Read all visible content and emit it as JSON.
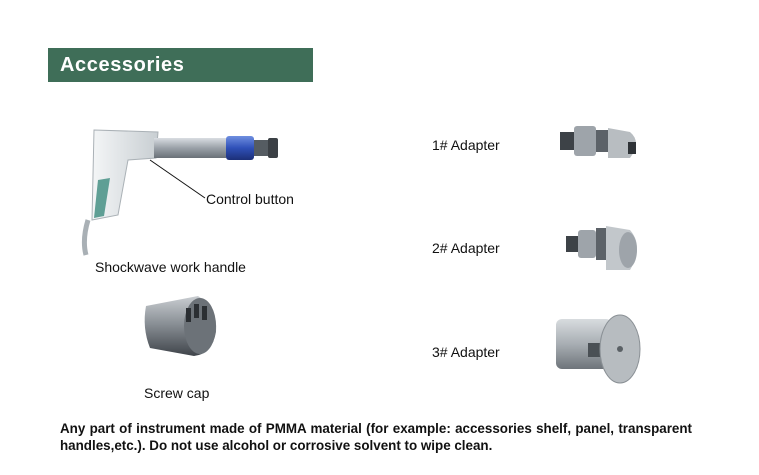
{
  "section": {
    "title": "Accessories"
  },
  "items": {
    "handle": {
      "label": "Shockwave work handle",
      "callout": "Control button"
    },
    "screw_cap": {
      "label": "Screw cap"
    },
    "adapter1": {
      "label": "1# Adapter"
    },
    "adapter2": {
      "label": "2# Adapter"
    },
    "adapter3": {
      "label": "3# Adapter"
    }
  },
  "note": {
    "text": "Any part of instrument made of PMMA material (for example: accessories shelf, panel, transparent handles,etc.). Do not  use alcohol or corrosive solvent to wipe clean."
  }
}
